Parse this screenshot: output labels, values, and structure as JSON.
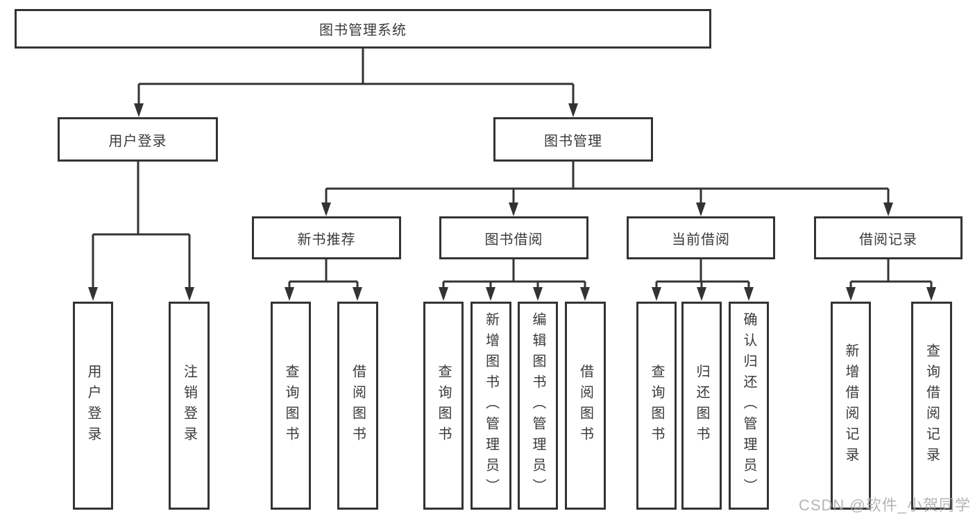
{
  "nodes": {
    "root": {
      "label": "图书管理系统"
    },
    "user_login": {
      "label": "用户登录"
    },
    "book_mgmt": {
      "label": "图书管理"
    },
    "new_book_rec": {
      "label": "新书推荐"
    },
    "book_borrow": {
      "label": "图书借阅"
    },
    "current_borrow": {
      "label": "当前借阅"
    },
    "borrow_record": {
      "label": "借阅记录"
    },
    "leaf_user_login": {
      "label": "用户登录"
    },
    "leaf_logout": {
      "label": "注销登录"
    },
    "leaf_query_book_rec": {
      "label": "查询图书"
    },
    "leaf_borrow_book_rec": {
      "label": "借阅图书"
    },
    "leaf_query_book_borrow": {
      "label": "查询图书"
    },
    "leaf_add_book": {
      "label": "新增图书（管理员）"
    },
    "leaf_edit_book": {
      "label": "编辑图书（管理员）"
    },
    "leaf_borrow_book": {
      "label": "借阅图书"
    },
    "leaf_query_book_current": {
      "label": "查询图书"
    },
    "leaf_return_book": {
      "label": "归还图书"
    },
    "leaf_confirm_return": {
      "label": "确认归还（管理员）"
    },
    "leaf_add_borrow_record": {
      "label": "新增借阅记录"
    },
    "leaf_query_borrow_record": {
      "label": "查询借阅记录"
    }
  },
  "watermark": {
    "text": "CSDN @软件_小贺同学"
  },
  "colors": {
    "line": "#333333",
    "text": "#3a3a3a",
    "watermark": "#a8a8a8",
    "background": "#ffffff"
  }
}
